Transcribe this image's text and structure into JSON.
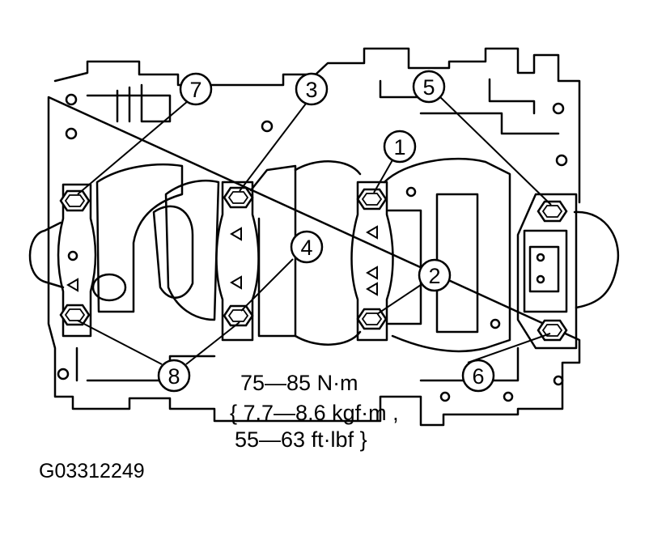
{
  "callouts": {
    "c1": "1",
    "c2": "2",
    "c3": "3",
    "c4": "4",
    "c5": "5",
    "c6": "6",
    "c7": "7",
    "c8": "8"
  },
  "torque_spec": {
    "line1": "75—85 N·m",
    "line2": "{ 7.7—8.6 kgf·m ,",
    "line3": "55—63 ft·lbf }"
  },
  "figure_code": "G03312249",
  "colors": {
    "ink": "#000000",
    "paper": "#ffffff"
  }
}
